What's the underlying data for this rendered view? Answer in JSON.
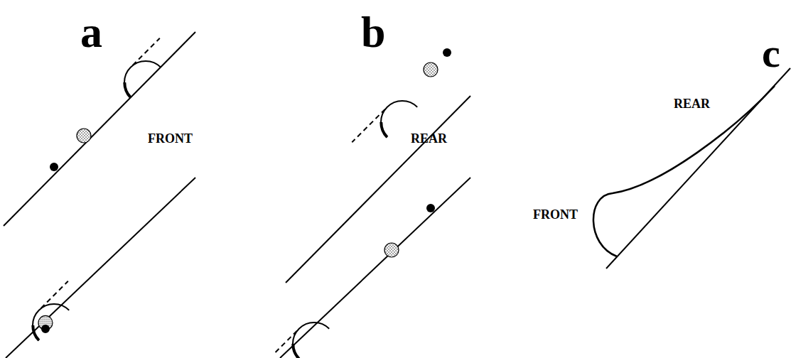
{
  "diagram": {
    "labels": [
      "a",
      "b",
      "c",
      "REAR",
      "FRONT",
      "REAR",
      "FRONT"
    ]
  }
}
